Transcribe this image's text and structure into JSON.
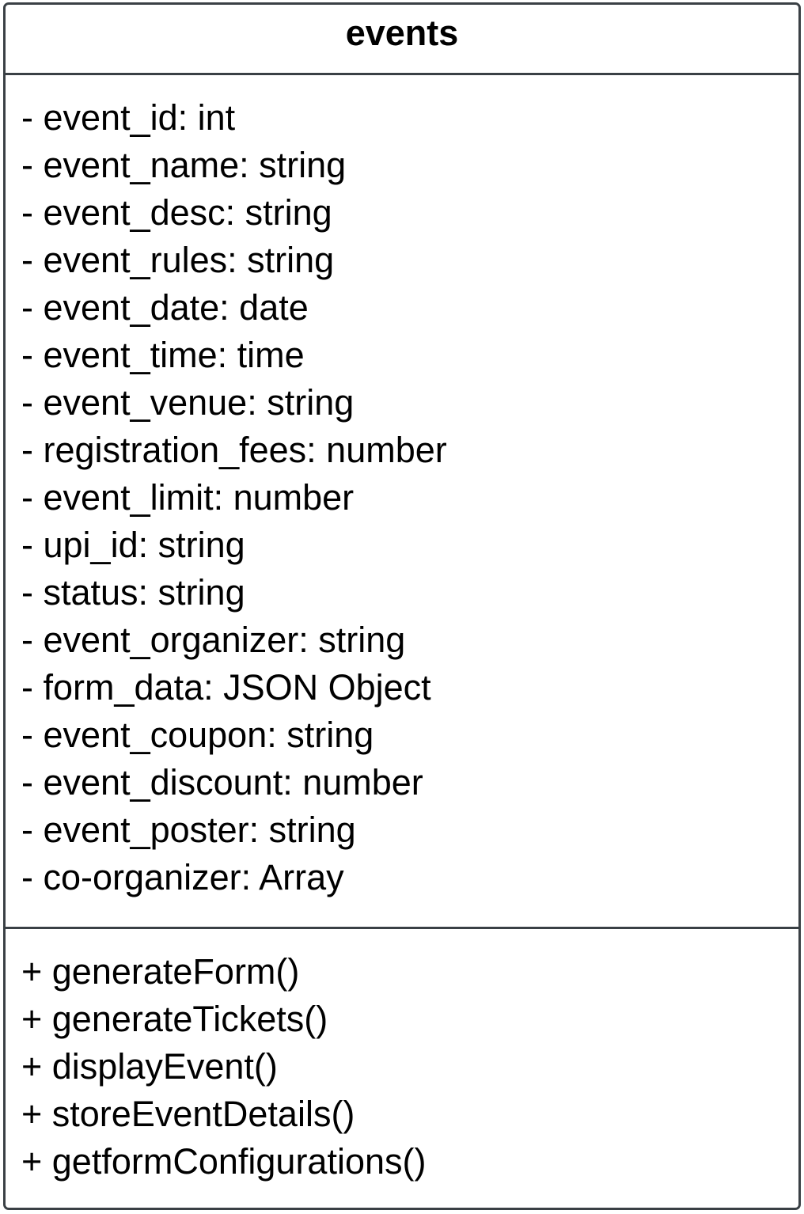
{
  "class_name": "events",
  "attributes": [
    "- event_id: int",
    "- event_name: string",
    "- event_desc: string",
    "- event_rules: string",
    "- event_date: date",
    "- event_time: time",
    "- event_venue: string",
    "- registration_fees: number",
    "- event_limit: number",
    "- upi_id: string",
    "- status: string",
    "- event_organizer: string",
    "- form_data: JSON Object",
    "- event_coupon: string",
    "- event_discount: number",
    "- event_poster: string",
    "- co-organizer: Array"
  ],
  "methods": [
    "+ generateForm()",
    "+ generateTickets()",
    "+ displayEvent()",
    "+ storeEventDetails()",
    "+ getformConfigurations()"
  ]
}
